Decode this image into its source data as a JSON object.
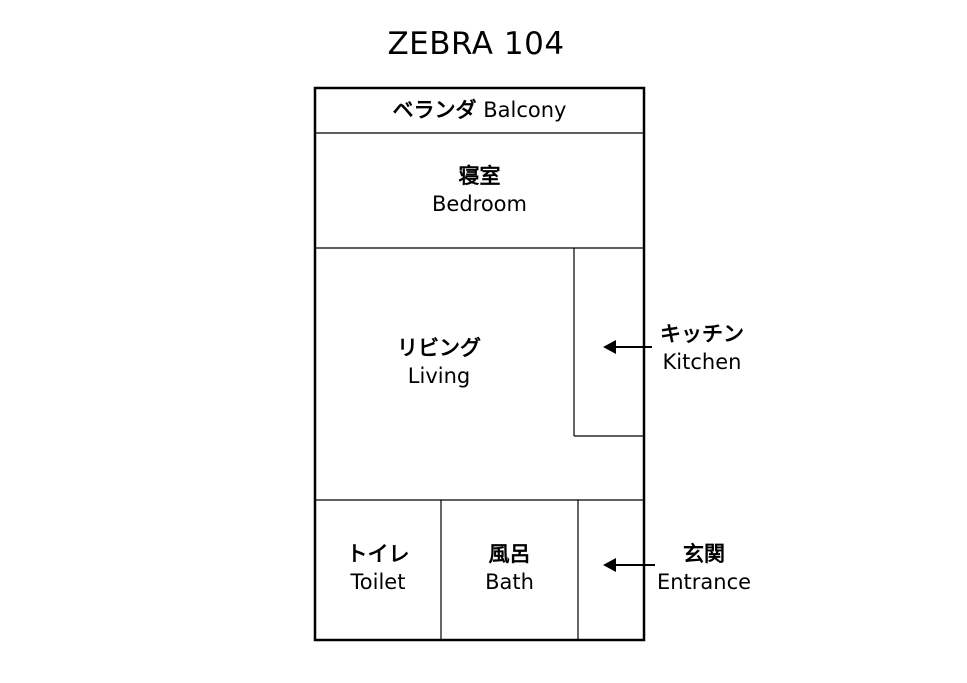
{
  "title": "ZEBRA 104",
  "rooms": {
    "balcony": {
      "jp": "ベランダ",
      "en": "Balcony"
    },
    "bedroom": {
      "jp": "寝室",
      "en": "Bedroom"
    },
    "living": {
      "jp": "リビング",
      "en": "Living"
    },
    "kitchen": {
      "jp": "キッチン",
      "en": "Kitchen"
    },
    "toilet": {
      "jp": "トイレ",
      "en": "Toilet"
    },
    "bath": {
      "jp": "風呂",
      "en": "Bath"
    },
    "entrance": {
      "jp": "玄関",
      "en": "Entrance"
    }
  },
  "colors": {
    "line": "#000000",
    "background": "#ffffff"
  }
}
